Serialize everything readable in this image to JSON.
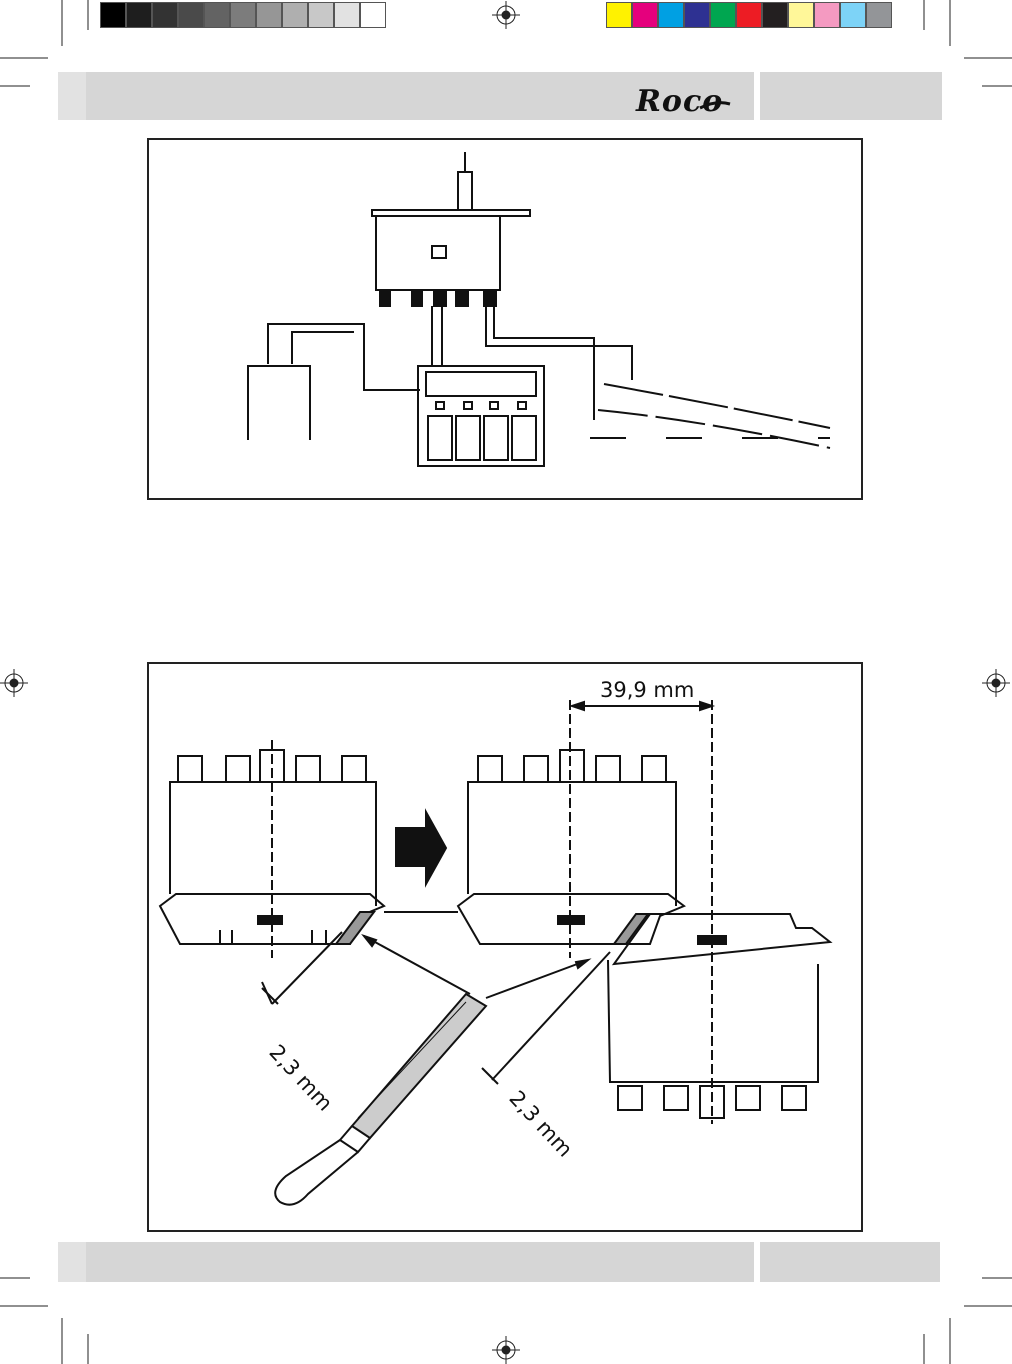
{
  "colorbar": {
    "grays": [
      "#000000",
      "#1e1e1e",
      "#333333",
      "#4a4a4a",
      "#636363",
      "#7c7c7c",
      "#969696",
      "#afafaf",
      "#c8c8c8",
      "#e2e2e2",
      "#ffffff"
    ],
    "process": [
      "#fff200",
      "#e5007d",
      "#00a0e3",
      "#2e3192",
      "#00a650",
      "#ed1c24",
      "#231f20",
      "#fff799",
      "#f49ac1",
      "#7dd3f7",
      "#939598"
    ]
  },
  "header": {
    "logo": "Roco"
  },
  "figure2": {
    "dimension_top": "39,9 mm",
    "dimension_left": "2,3 mm",
    "dimension_right": "2,3 mm"
  }
}
